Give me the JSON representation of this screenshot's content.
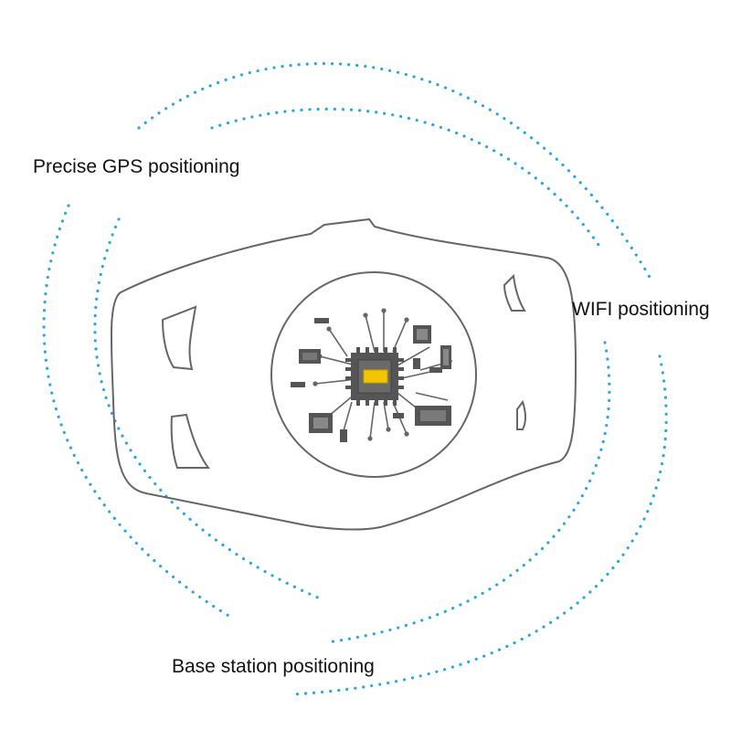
{
  "labels": {
    "gps": "Precise GPS positioning",
    "wifi": "WIFI positioning",
    "base_station": "Base station positioning"
  },
  "colors": {
    "signal_dots": "#2aa7e0",
    "outline": "#666666",
    "chip_body": "#555555",
    "chip_highlight": "#f2c500"
  },
  "icons": [
    "signal-arc-outer",
    "signal-arc-inner",
    "tracker-device-outline",
    "circuit-board-icon"
  ]
}
